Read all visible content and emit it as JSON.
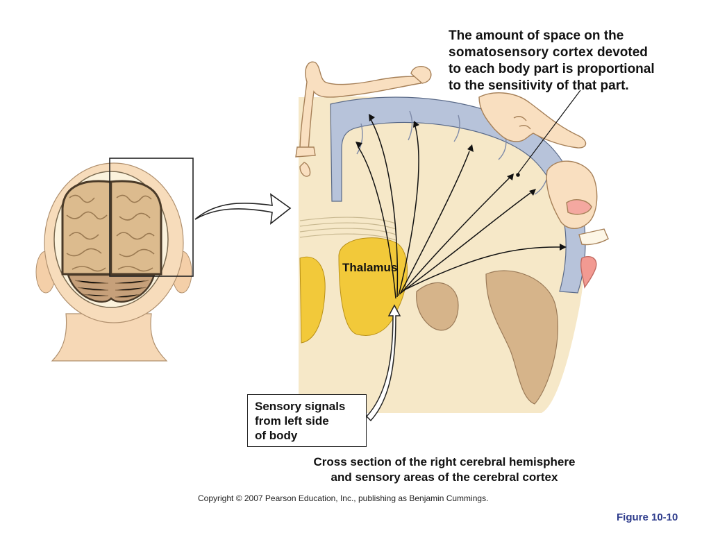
{
  "caption_top": {
    "line1": "The amount of space on the",
    "line2_bold": "somatosensory cortex",
    "line2_rest": " devoted",
    "line3": "to each body part is proportional",
    "line4": "to the sensitivity of that part."
  },
  "thalamus_label": "Thalamus",
  "signal_box": {
    "line1": "Sensory signals",
    "line2": "from left side",
    "line3": "of body"
  },
  "caption_bottom": {
    "line1": "Cross section of the right cerebral hemisphere",
    "line2": "and sensory areas of the cerebral cortex"
  },
  "copyright": "Copyright © 2007 Pearson Education, Inc., publishing as Benjamin Cummings.",
  "figure_number": "Figure 10-10",
  "colors": {
    "cortex": "#b7c3da",
    "white_matter": "#f6e8c8",
    "thalamus": "#f2c93a",
    "brain_tan": "#dab88d",
    "skin": "#f9dfc0",
    "figure_number": "#2e3c8c"
  }
}
